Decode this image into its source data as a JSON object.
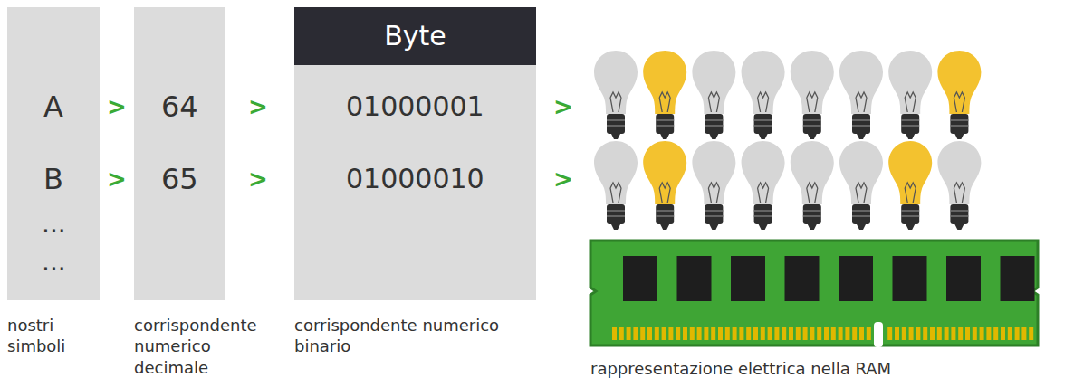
{
  "diagram": {
    "nodes": [
      {
        "text": [
          "A",
          "B",
          "...",
          "..."
        ]
      },
      {
        "text": [
          "64",
          "65"
        ]
      },
      {
        "text": [
          "Byte",
          "01000001",
          "01000010"
        ]
      }
    ],
    "labels": [
      ">",
      ">",
      ">",
      ">",
      ">",
      ">",
      "nostri simboli",
      "corrispondente numerico decimale",
      "corrispondente numerico binario",
      "rappresentazione elettrica nella RAM"
    ]
  }
}
